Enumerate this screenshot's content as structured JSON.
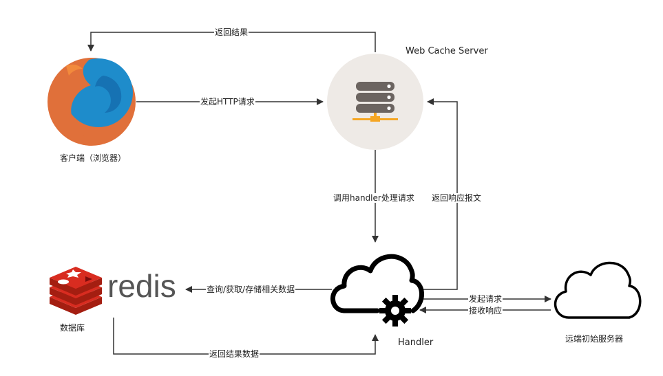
{
  "colors": {
    "line": "#333333",
    "firefox_orange": "#E0703A",
    "firefox_blue": "#1E8CCB",
    "server_bg": "#EEEAE6",
    "server_stack": "#6B6460",
    "server_accent": "#F5A623",
    "redis_red": "#D82C20",
    "redis_text": "#555555",
    "cloud_stroke": "#000000"
  },
  "nodes": {
    "client": {
      "label": "客户端（浏览器）",
      "icon": "firefox-icon"
    },
    "server": {
      "label": "Web Cache Server",
      "icon": "server-icon"
    },
    "database": {
      "label": "数据库",
      "logo_text": "redis",
      "icon": "redis-icon"
    },
    "handler": {
      "label": "Handler",
      "icon": "cloud-gear-icon"
    },
    "remote": {
      "label": "远端初始服务器",
      "icon": "cloud-icon"
    }
  },
  "edges": {
    "server_to_client": "返回结果",
    "client_to_server": "发起HTTP请求",
    "server_to_handler": "调用handler处理请求",
    "handler_to_server": "返回响应报文",
    "handler_to_db": "查询/获取/存储相关数据",
    "db_to_handler": "返回结果数据",
    "handler_to_remote": "发起请求",
    "remote_to_handler": "接收响应"
  }
}
